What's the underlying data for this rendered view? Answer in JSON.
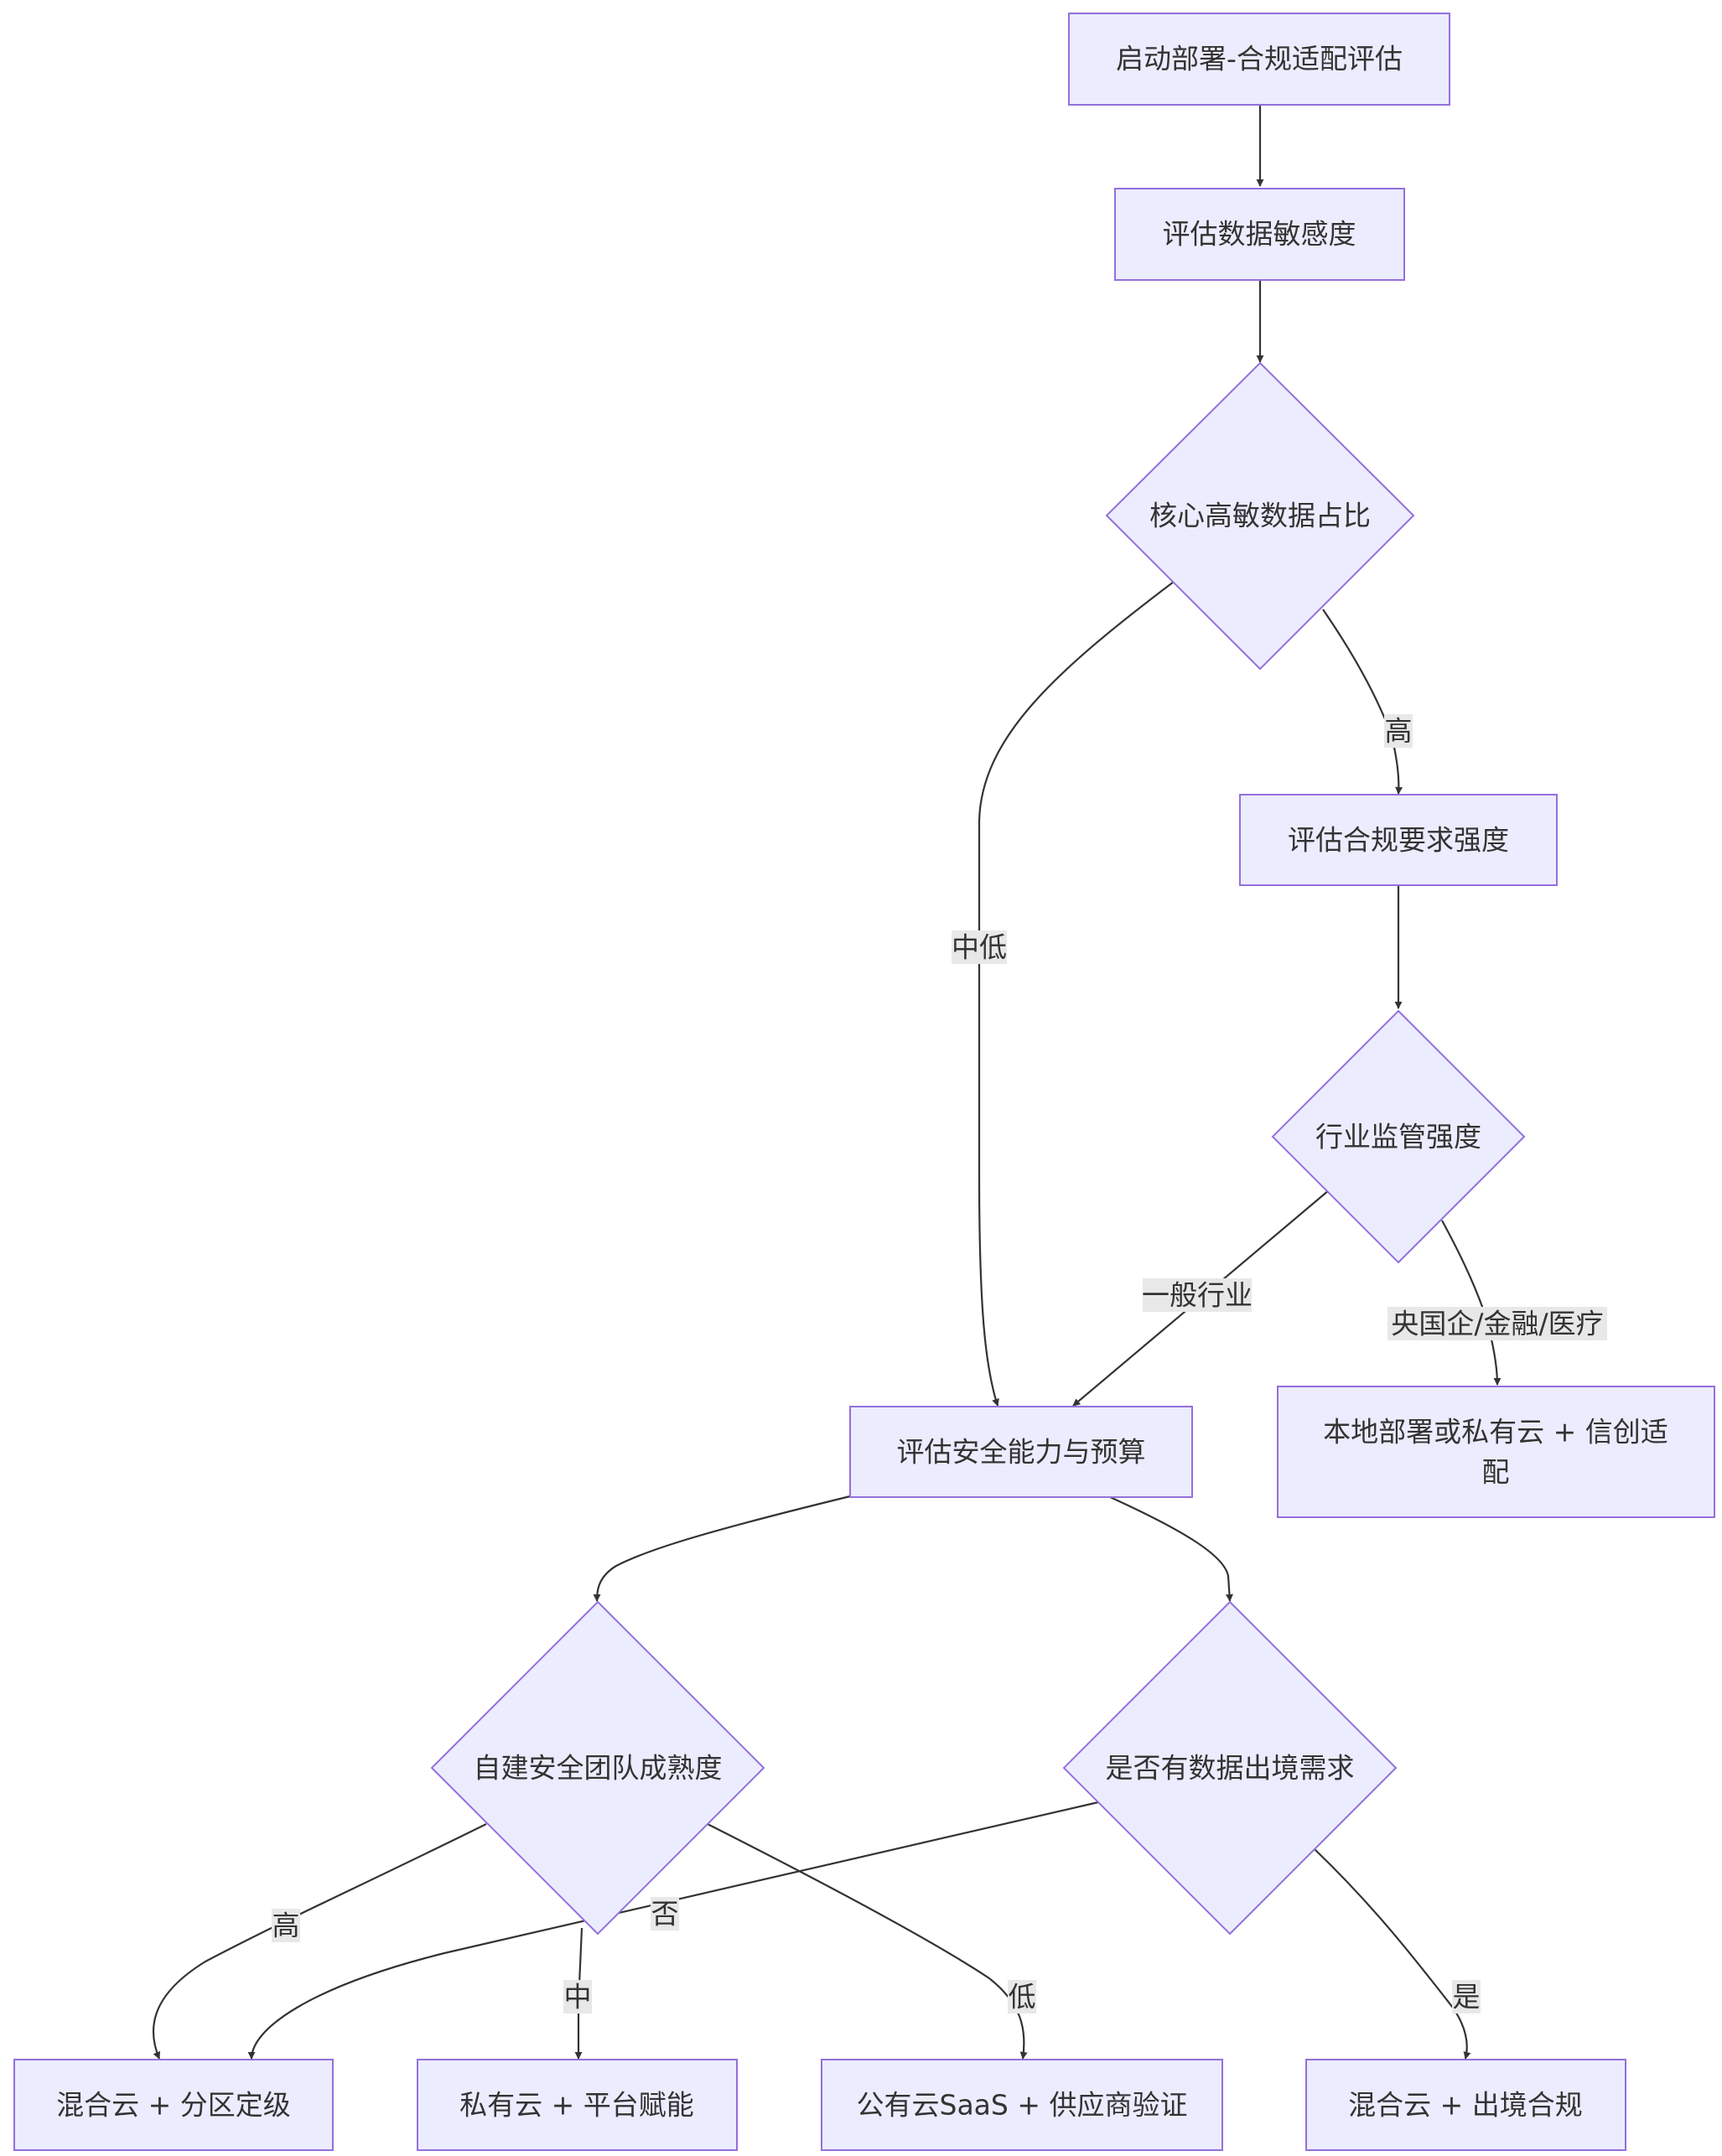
{
  "nodes": {
    "start": "启动部署-合规适配评估",
    "assess_sensitivity": "评估数据敏感度",
    "core_ratio": "核心高敏数据占比",
    "assess_compliance": "评估合规要求强度",
    "industry_regulation": "行业监管强度",
    "local_private_line1": "本地部署或私有云 + 信创适",
    "local_private_line2": "配",
    "assess_security": "评估安全能力与预算",
    "team_maturity": "自建安全团队成熟度",
    "cross_border": "是否有数据出境需求",
    "hybrid_tiered": "混合云 + 分区定级",
    "private_platform": "私有云 + 平台赋能",
    "public_saas": "公有云SaaS + 供应商验证",
    "hybrid_crossborder": "混合云 + 出境合规"
  },
  "edge_labels": {
    "high_sensitivity": "高",
    "mid_low": "中低",
    "general_industry": "一般行业",
    "soe_finance_medical": "央国企/金融/医疗",
    "team_high": "高",
    "team_mid": "中",
    "team_low": "低",
    "no_cross_border": "否",
    "yes_cross_border": "是"
  }
}
